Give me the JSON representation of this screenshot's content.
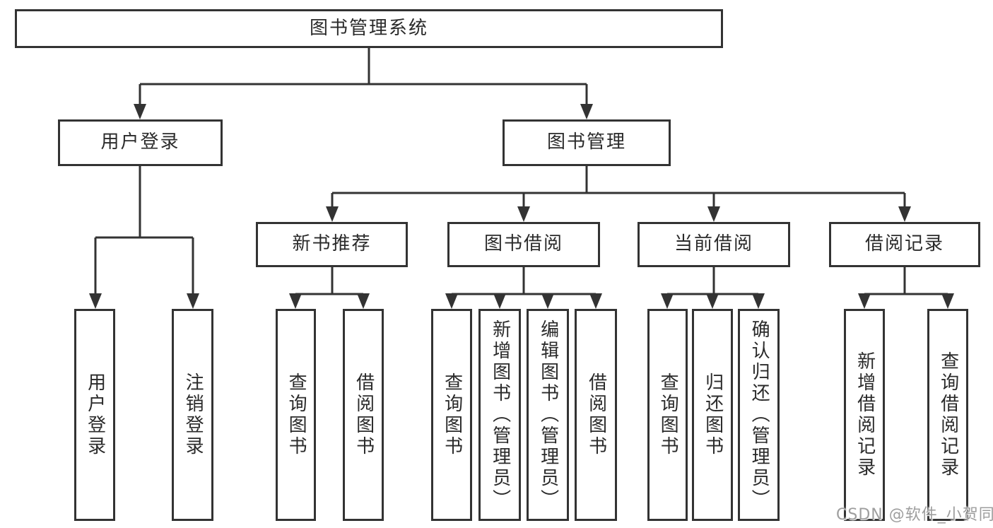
{
  "tree": {
    "label": "图书管理系统",
    "children": [
      {
        "label": "用户登录",
        "children": [
          {
            "label": "用户登录"
          },
          {
            "label": "注销登录"
          }
        ]
      },
      {
        "label": "图书管理",
        "children": [
          {
            "label": "新书推荐",
            "children": [
              {
                "label": "查询图书"
              },
              {
                "label": "借阅图书"
              }
            ]
          },
          {
            "label": "图书借阅",
            "children": [
              {
                "label": "查询图书"
              },
              {
                "label": "新增图书（管理员）"
              },
              {
                "label": "编辑图书（管理员）"
              },
              {
                "label": "借阅图书"
              }
            ]
          },
          {
            "label": "当前借阅",
            "children": [
              {
                "label": "查询图书"
              },
              {
                "label": "归还图书"
              },
              {
                "label": "确认归还（管理员）"
              }
            ]
          },
          {
            "label": "借阅记录",
            "children": [
              {
                "label": "新增借阅记录"
              },
              {
                "label": "查询借阅记录"
              }
            ]
          }
        ]
      }
    ]
  },
  "watermark": {
    "text": "CSDN @软件_小贺同学"
  },
  "colors": {
    "line": "#333333",
    "text": "#2a2a2a",
    "watermark": "#9e9e9e",
    "background": "#ffffff"
  }
}
